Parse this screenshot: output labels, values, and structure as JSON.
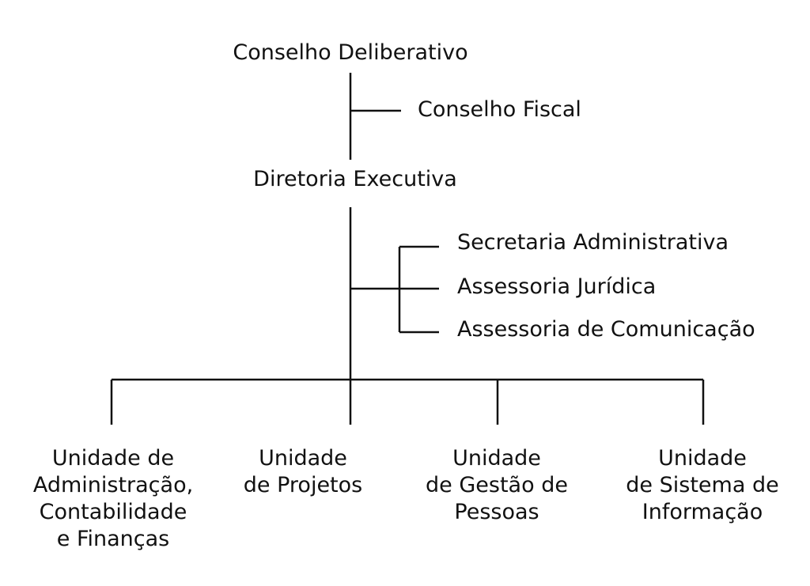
{
  "chart": {
    "top": "Conselho Deliberativo",
    "fiscal": "Conselho Fiscal",
    "executive": "Diretoria Executiva",
    "staff": [
      "Secretaria Administrativa",
      "Assessoria Jurídica",
      "Assessoria de Comunicação"
    ],
    "units": [
      {
        "lines": [
          "Unidade de",
          "Administração,",
          "Contabilidade",
          "e Finanças"
        ]
      },
      {
        "lines": [
          "Unidade",
          "de Projetos"
        ]
      },
      {
        "lines": [
          "Unidade",
          "de Gestão de",
          "Pessoas"
        ]
      },
      {
        "lines": [
          "Unidade",
          "de Sistema de",
          "Informação"
        ]
      }
    ]
  }
}
